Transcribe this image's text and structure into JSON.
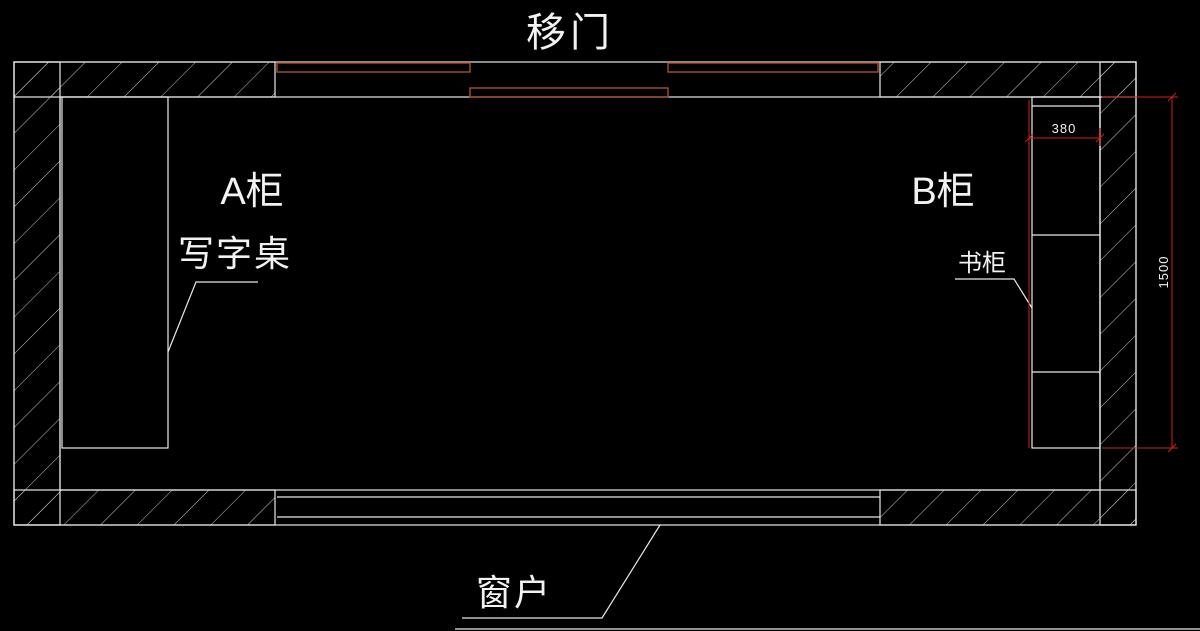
{
  "drawing": {
    "door_label": "移门",
    "cabinet_a_label": "A柜",
    "cabinet_b_label": "B柜",
    "desk_label": "写字桌",
    "bookcase_label": "书柜",
    "window_label": "窗户",
    "dim_width": "380",
    "dim_height": "1500"
  },
  "colors": {
    "background": "#000000",
    "line": "#e8e8e8",
    "hatch": "#c9c9c9",
    "door": "#9e4b26",
    "desk_text": "#ff7f24",
    "dimension": "#cc2020"
  }
}
